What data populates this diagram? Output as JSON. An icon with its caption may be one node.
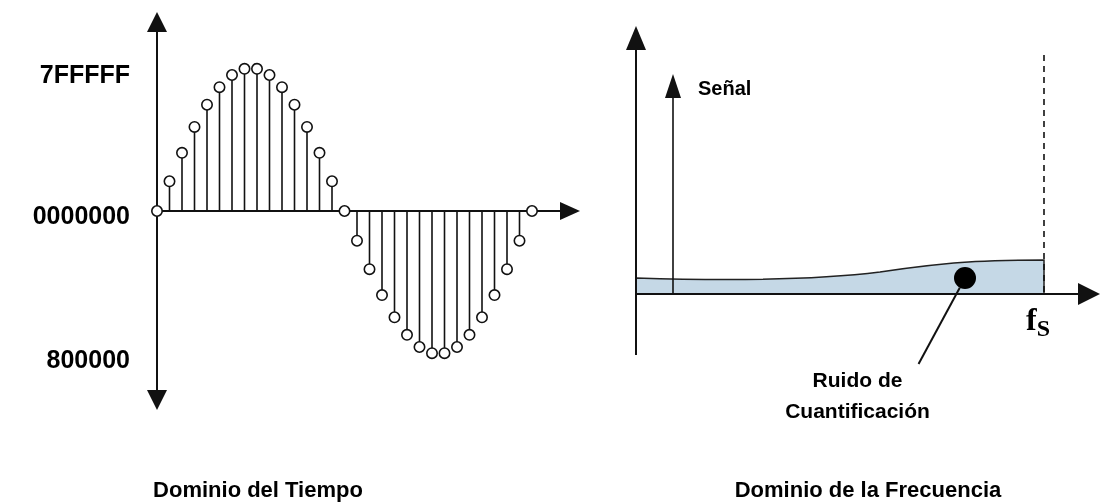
{
  "diagram": {
    "nodes": [
      {
        "text": [
          "Ruido de Cuantificación"
        ]
      },
      {
        "text": [],
        "shape": "circle"
      }
    ],
    "edges": [
      {
        "from": 0,
        "to": 1,
        "arrow": "none"
      }
    ],
    "labels": [
      "7FFFFF",
      "0000000",
      "800000",
      "Señal",
      "f$_{S}$",
      "Dominio del Tiempo",
      "Dominio de la Frecuencia"
    ]
  }
}
